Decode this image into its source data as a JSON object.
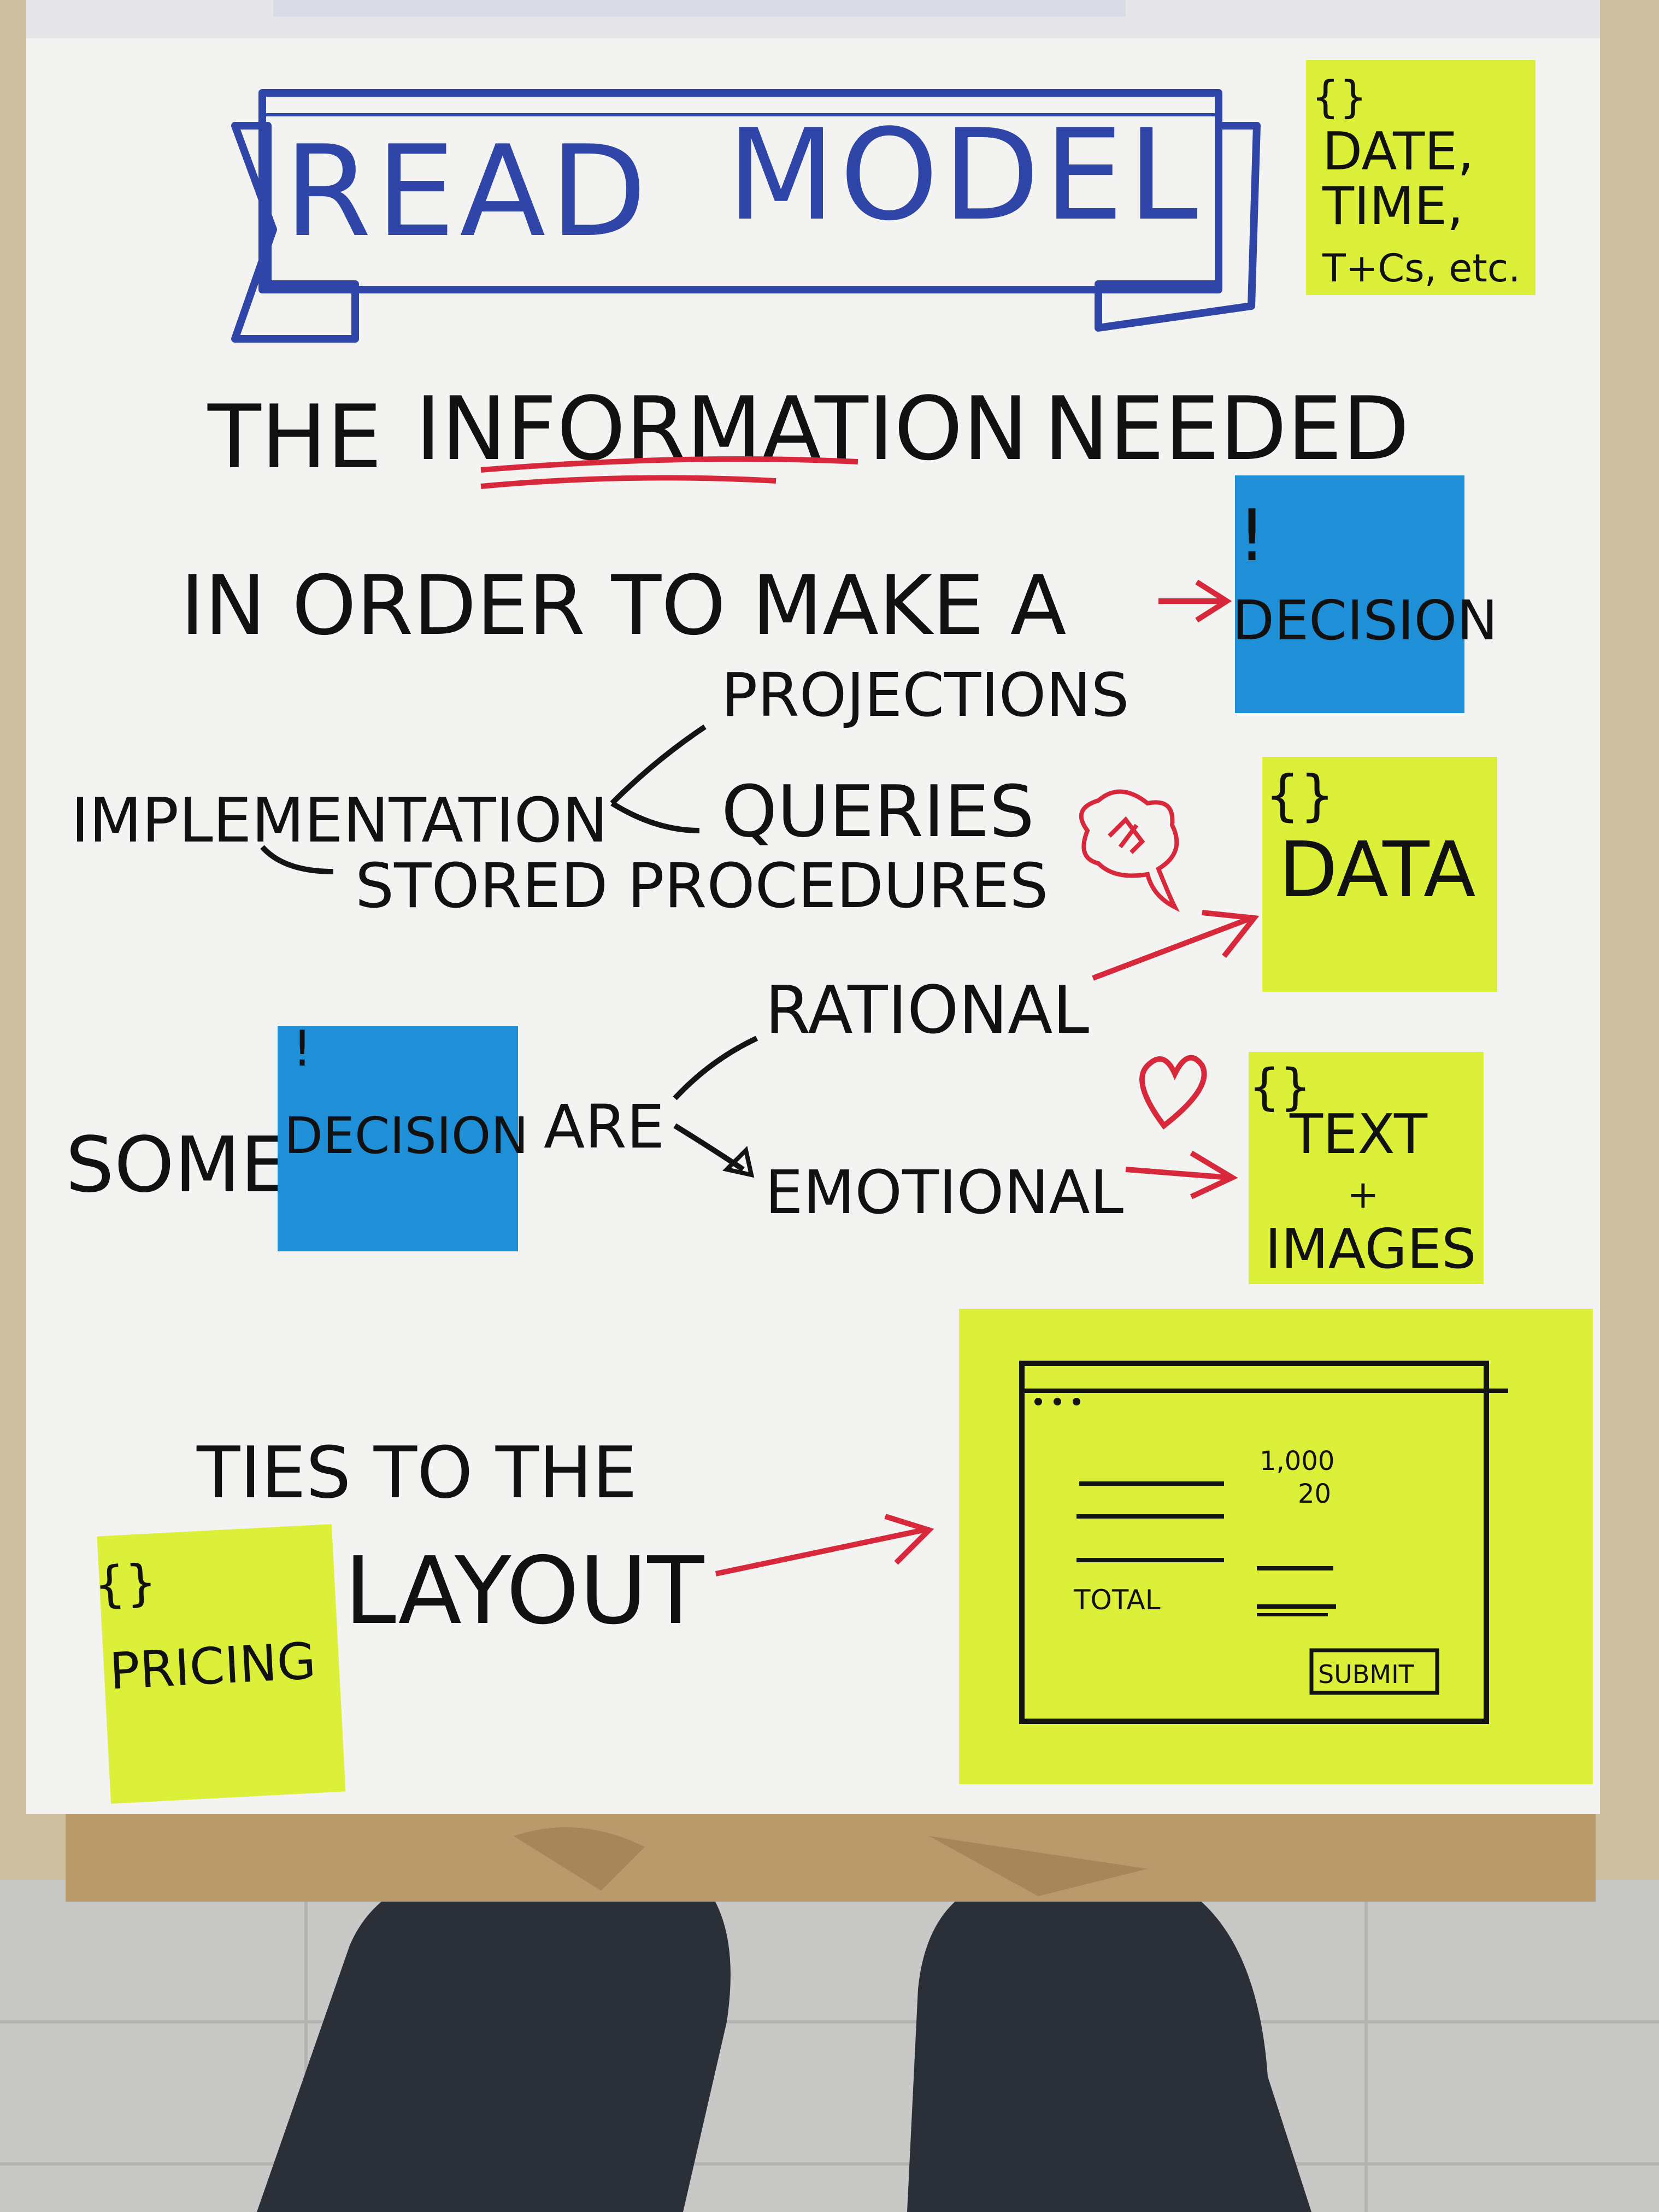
{
  "banner": {
    "title_left": "READ",
    "title_right": "MODEL"
  },
  "corner_note": {
    "glyph": "{}",
    "lines": [
      "DATE,",
      "TIME,",
      "T+Cs, etc."
    ]
  },
  "headline": {
    "line1": [
      "THE",
      "INFORMATION",
      "NEEDED"
    ],
    "line2": "IN ORDER TO MAKE A"
  },
  "decision_note_top": {
    "mark": "!",
    "label": "DECISION"
  },
  "implementation": {
    "root": "IMPLEMENTATION",
    "branches": [
      "PROJECTIONS",
      "QUERIES",
      "STORED PROCEDURES"
    ]
  },
  "data_note": {
    "glyph": "{}",
    "label": "DATA"
  },
  "decisions": {
    "prefix": "SOME",
    "note": {
      "mark": "!",
      "label": "DECISION"
    },
    "verb": "ARE",
    "kinds": [
      "RATIONAL",
      "EMOTIONAL"
    ]
  },
  "text_note": {
    "glyph": "{}",
    "lines": [
      "TEXT",
      "+",
      "IMAGES"
    ]
  },
  "layout_section": {
    "line1": "TIES TO THE",
    "line2": "LAYOUT"
  },
  "pricing_note": {
    "glyph": "{}",
    "label": "PRICING"
  },
  "wireframe": {
    "values": [
      "1,000",
      "20"
    ],
    "total_label": "TOTAL",
    "button": "SUBMIT"
  },
  "colors": {
    "marker_blue": "#2f45a8",
    "marker_red": "#d8283c",
    "note_yellow": "#dcf03a",
    "note_blue": "#1f8fd8",
    "ink": "#141414"
  }
}
